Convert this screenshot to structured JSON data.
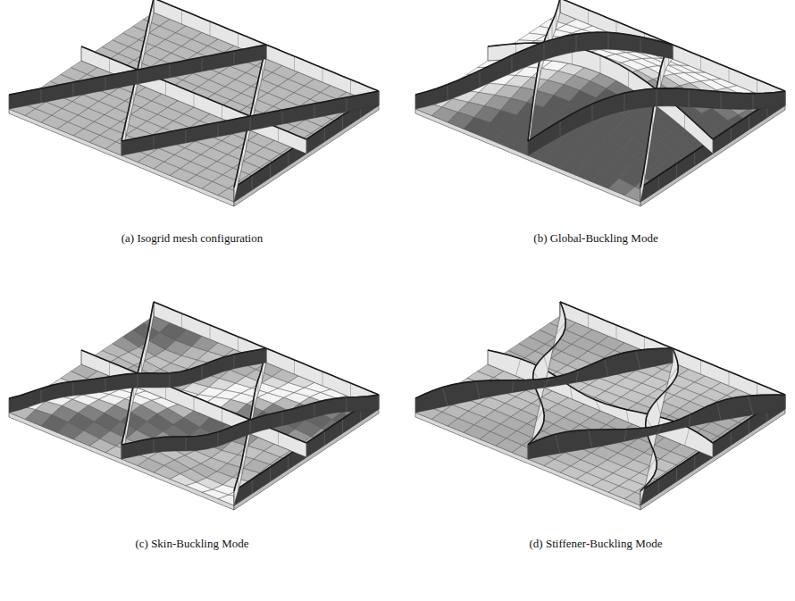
{
  "diagram": {
    "labels": [
      "(a) Isogrid mesh configuration",
      "(b) Global-Buckling Mode",
      "(c) Skin-Buckling Mode",
      "(d) Stiffener-Buckling Mode"
    ]
  }
}
